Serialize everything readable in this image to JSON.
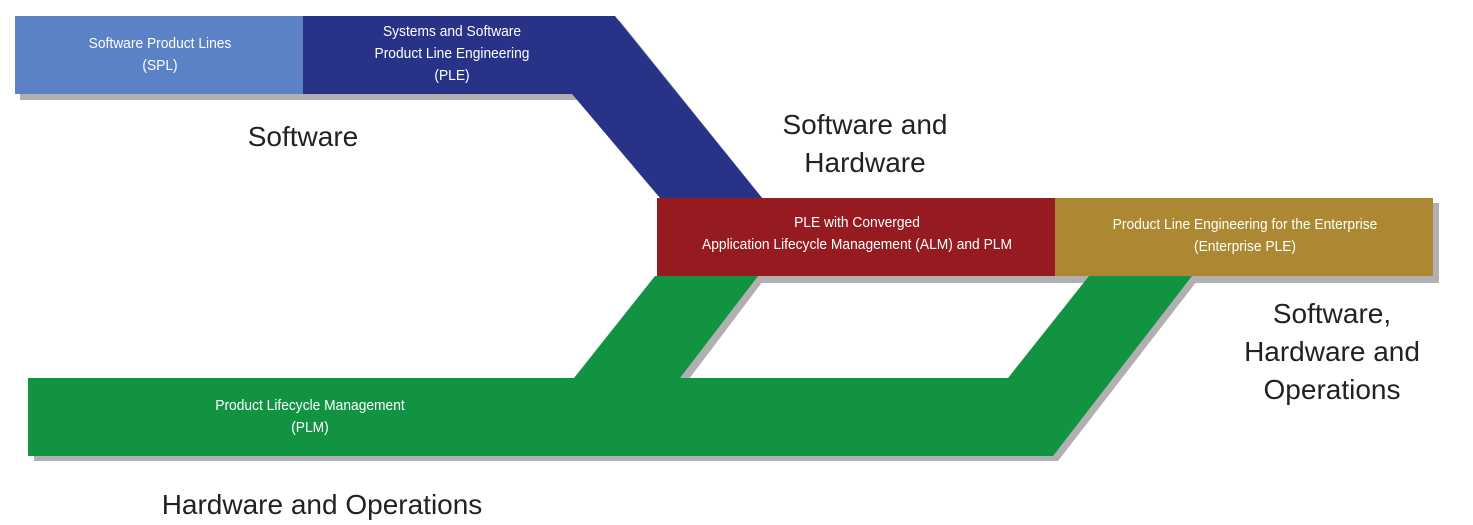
{
  "colors": {
    "spl": "#5b81c6",
    "ple": "#283387",
    "alm": "#961b20",
    "enterprise": "#ab8831",
    "plm": "#119342",
    "shadow": "#b0b0b0",
    "caption": "#222222"
  },
  "boxes": {
    "spl": {
      "line1": "Software Product Lines",
      "line2": "(SPL)"
    },
    "ple": {
      "line1": "Systems and Software",
      "line2": "Product Line Engineering",
      "line3": "(PLE)"
    },
    "alm": {
      "line1": "PLE with Converged",
      "line2": "Application Lifecycle Management (ALM) and PLM"
    },
    "enterprise": {
      "line1": "Product Line Engineering for the Enterprise",
      "line2": "(Enterprise PLE)"
    },
    "plm": {
      "line1": "Product Lifecycle Management",
      "line2": "(PLM)"
    }
  },
  "captions": {
    "software": "Software",
    "software_hardware": {
      "line1": "Software and",
      "line2": "Hardware"
    },
    "software_hardware_operations": {
      "line1": "Software,",
      "line2": "Hardware and",
      "line3": "Operations"
    },
    "hardware_operations": "Hardware and Operations"
  }
}
